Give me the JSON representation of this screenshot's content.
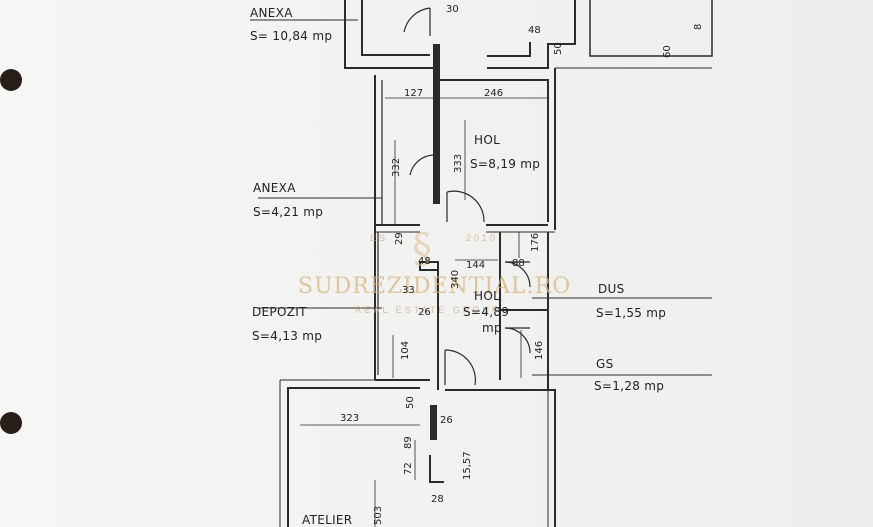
{
  "rooms": [
    {
      "name": "ANEXA",
      "area": "S= 10,84 mp"
    },
    {
      "name": "ANEXA",
      "area": "S=4,21 mp"
    },
    {
      "name": "HOL",
      "area": "S=8,19 mp"
    },
    {
      "name": "DEPOZIT",
      "area": "S=4,13 mp"
    },
    {
      "name": "HOL",
      "area": "S=4,89",
      "area_unit": "mp"
    },
    {
      "name": "DUS",
      "area": "S=1,55 mp"
    },
    {
      "name": "GS",
      "area": "S=1,28 mp"
    },
    {
      "name": "ATELIER"
    }
  ],
  "dimensions": [
    "30",
    "48",
    "8",
    "50",
    "60",
    "127",
    "246",
    "332",
    "333",
    "29",
    "144",
    "176",
    "88",
    "48",
    "340",
    "33",
    "26",
    "104",
    "146",
    "323",
    "50",
    "26",
    "89",
    "72",
    "15,57",
    "28",
    "503"
  ],
  "watermark": {
    "brand": "SUDREZIDENTIAL.RO",
    "tagline": "REAL ESTATE GROUP",
    "est_left": "ES",
    "est_right": "2010"
  }
}
